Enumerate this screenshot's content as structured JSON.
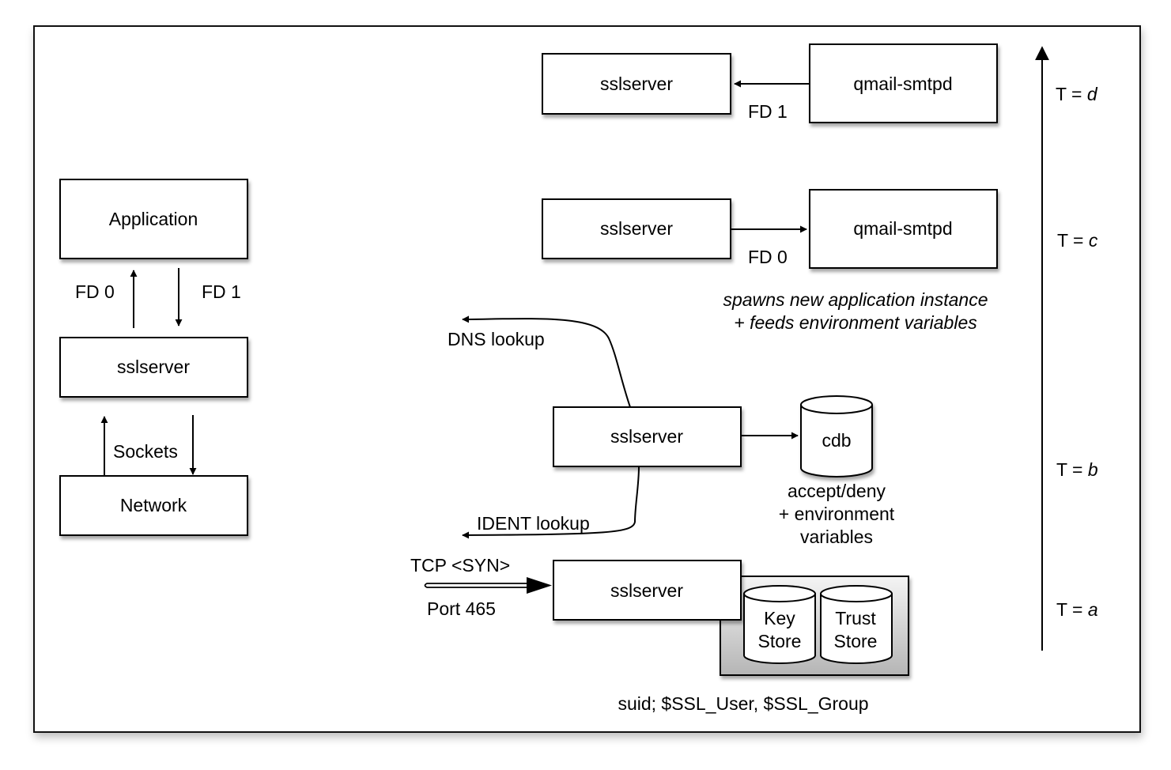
{
  "left_stack": {
    "application": "Application",
    "sslserver": "sslserver",
    "network": "Network",
    "fd0": "FD 0",
    "fd1": "FD 1",
    "sockets": "Sockets"
  },
  "stage_d": {
    "sslserver": "sslserver",
    "smtpd": "qmail-smtpd",
    "fd": "FD 1"
  },
  "stage_c": {
    "sslserver": "sslserver",
    "smtpd": "qmail-smtpd",
    "fd": "FD 0",
    "note_line1": "spawns new application instance",
    "note_line2": "+ feeds environment variables"
  },
  "stage_b": {
    "sslserver": "sslserver",
    "dns": "DNS lookup",
    "ident": "IDENT lookup",
    "cdb": "cdb",
    "cdb_note_line1": "accept/deny",
    "cdb_note_line2": "+ environment",
    "cdb_note_line3": "variables"
  },
  "stage_a": {
    "sslserver": "sslserver",
    "tcp": "TCP <SYN>",
    "port": "Port 465",
    "key_line1": "Key",
    "key_line2": "Store",
    "trust_line1": "Trust",
    "trust_line2": "Store",
    "suid": "suid; $SSL_User, $SSL_Group"
  },
  "timeline": {
    "d_prefix": "T = ",
    "d_var": "d",
    "c_prefix": "T = ",
    "c_var": "c",
    "b_prefix": "T = ",
    "b_var": "b",
    "a_prefix": "T = ",
    "a_var": "a"
  }
}
